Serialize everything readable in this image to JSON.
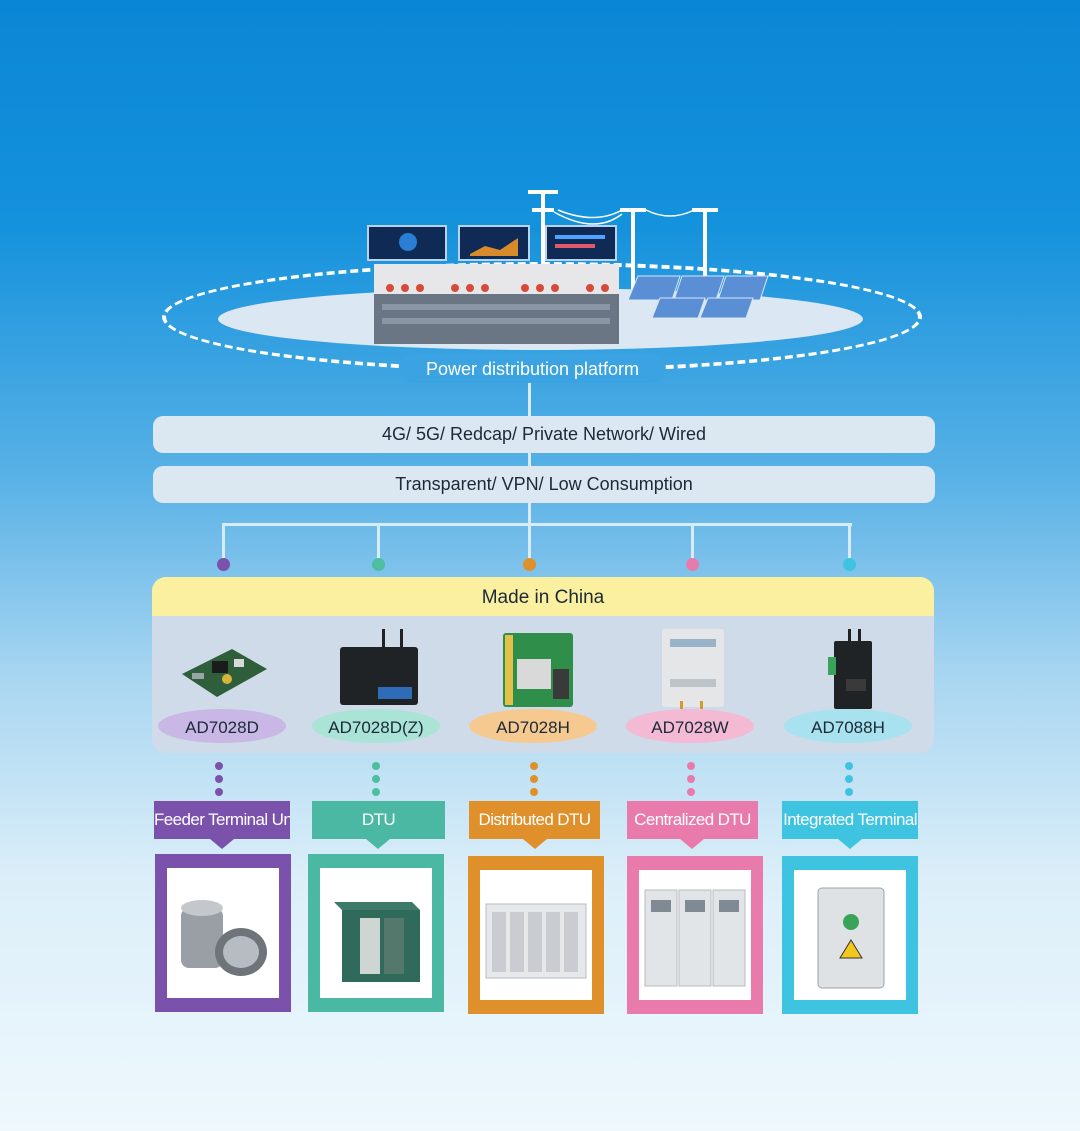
{
  "platform": {
    "label": "Power distribution platform"
  },
  "bars": [
    {
      "label": "4G/ 5G/ Redcap/ Private Network/ Wired"
    },
    {
      "label": "Transparent/ VPN/ Low Consumption"
    }
  ],
  "panel": {
    "header": "Made in China",
    "products": [
      {
        "model": "AD7028D",
        "color": "#c9b7e6",
        "dot_color": "#7b52ab"
      },
      {
        "model": "AD7028D(Z)",
        "color": "#a9e4d6",
        "dot_color": "#4bbfa0"
      },
      {
        "model": "AD7028H",
        "color": "#f6c990",
        "dot_color": "#e0902b"
      },
      {
        "model": "AD7028W",
        "color": "#f4b9d3",
        "dot_color": "#e97aac"
      },
      {
        "model": "AD7088H",
        "color": "#a8e2ef",
        "dot_color": "#3ec4e0"
      }
    ]
  },
  "terminals": [
    {
      "label": "Feeder Terminal Unit",
      "color": "#7b52ab"
    },
    {
      "label": "DTU",
      "color": "#4bb8a3"
    },
    {
      "label": "Distributed DTU",
      "color": "#e0902b"
    },
    {
      "label": "Centralized DTU",
      "color": "#e97aac"
    },
    {
      "label": "Integrated Terminal",
      "color": "#3ec4e0"
    }
  ]
}
